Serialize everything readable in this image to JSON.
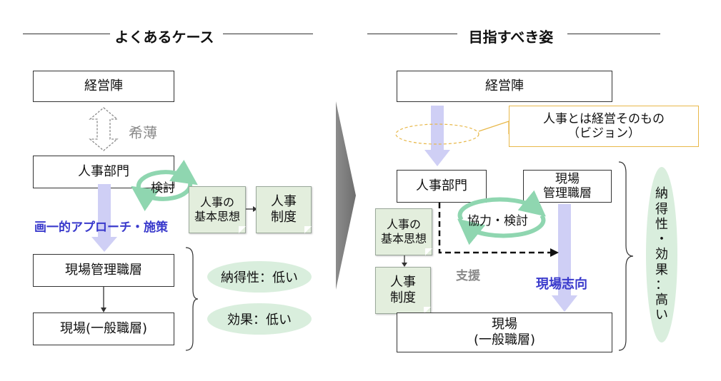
{
  "left": {
    "heading": "よくあるケース",
    "management": "経営陣",
    "weak_label": "希薄",
    "hr_dept": "人事部門",
    "review": "検討",
    "philosophy": [
      "人事の",
      "基本思想"
    ],
    "system": [
      "人事",
      "制度"
    ],
    "approach": "画一的アプローチ・施策",
    "field_managers": "現場管理職層",
    "field_staff": "現場(一般職層)",
    "acceptance": "納得性：低い",
    "effect": "効果：低い"
  },
  "right": {
    "heading": "目指すべき姿",
    "management": "経営陣",
    "callout": [
      "人事とは経営そのもの",
      "（ビジョン）"
    ],
    "hr_dept": "人事部門",
    "field_managers": [
      "現場",
      "管理職層"
    ],
    "cooperation": "協力・検討",
    "philosophy": [
      "人事の",
      "基本思想"
    ],
    "system": [
      "人事",
      "制度"
    ],
    "support": "支援",
    "field_oriented": "現場志向",
    "field_staff": [
      "現場",
      "(一般職層)"
    ],
    "result": [
      "納",
      "得",
      "性",
      "・",
      "効",
      "果",
      "：",
      "高",
      "い"
    ]
  },
  "colors": {
    "arrow_fill": "#cfcff5",
    "approach_text": "#3a3acc",
    "pill": "#d9eedd",
    "note": "#e3eedd",
    "cycle": "#8fd6b0",
    "callout_border": "#e8b84a",
    "gray_text": "#8a8a8a"
  }
}
